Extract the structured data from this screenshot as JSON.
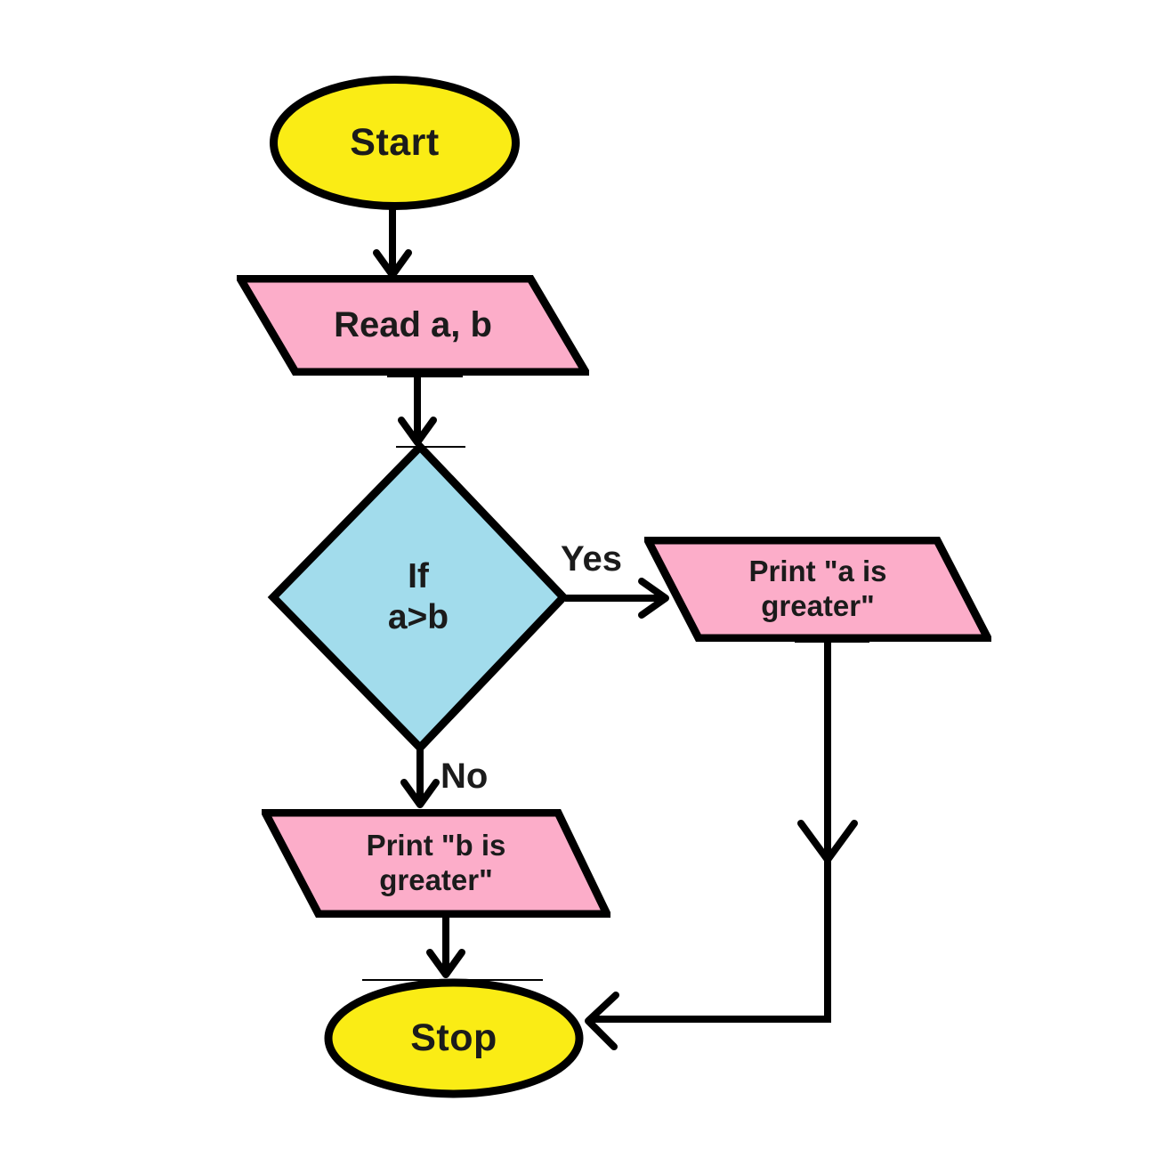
{
  "nodes": {
    "start": {
      "label": "Start",
      "shape": "terminator-ellipse",
      "fill": "#FAEC15"
    },
    "read": {
      "label": "Read a, b",
      "shape": "io-parallelogram",
      "fill": "#FCADC9"
    },
    "decision": {
      "line1": "If",
      "line2": "a>b",
      "shape": "decision-diamond",
      "fill": "#A2DCEC"
    },
    "print_a": {
      "line1": "Print \"a is",
      "line2": "greater\"",
      "shape": "io-parallelogram",
      "fill": "#FCADC9"
    },
    "print_b": {
      "line1": "Print \"b is",
      "line2": "greater\"",
      "shape": "io-parallelogram",
      "fill": "#FCADC9"
    },
    "stop": {
      "label": "Stop",
      "shape": "terminator-ellipse",
      "fill": "#FAEC15"
    }
  },
  "edges": {
    "yes_label": "Yes",
    "no_label": "No"
  },
  "colors": {
    "terminator_yellow": "#FAEC15",
    "io_pink": "#FCADC9",
    "decision_blue": "#A2DCEC",
    "line_black": "#000000",
    "text_dark": "#1B1B1B",
    "background": "#FFFFFF"
  }
}
